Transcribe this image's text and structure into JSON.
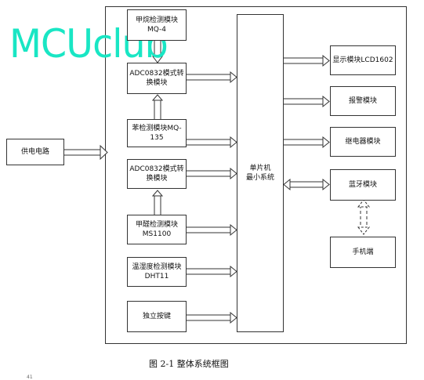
{
  "watermark": "MCUclub",
  "power": "供电电路",
  "sensors": {
    "mq4": [
      "甲烷检测模块",
      "MQ-4"
    ],
    "adc1": [
      "ADC0832模式转",
      "换模块"
    ],
    "mq135": [
      "苯检测模块MQ-",
      "135"
    ],
    "adc2": [
      "ADC0832模式转",
      "换模块"
    ],
    "ms1100": [
      "甲醛检测模块",
      "MS1100"
    ],
    "dht11": [
      "温湿度检测模块",
      "DHT11"
    ],
    "key": [
      "独立按键"
    ]
  },
  "mcu": [
    "单片机",
    "最小系统"
  ],
  "outputs": {
    "lcd": "显示模块LCD1602",
    "alarm": "报警模块",
    "relay": "继电器模块",
    "bluetooth": "蓝牙模块",
    "phone": "手机端"
  },
  "caption": "图 2-1 整体系统框图",
  "page_mark": "41",
  "colors": {
    "line": "#333333",
    "watermark": "#19e6c4"
  }
}
